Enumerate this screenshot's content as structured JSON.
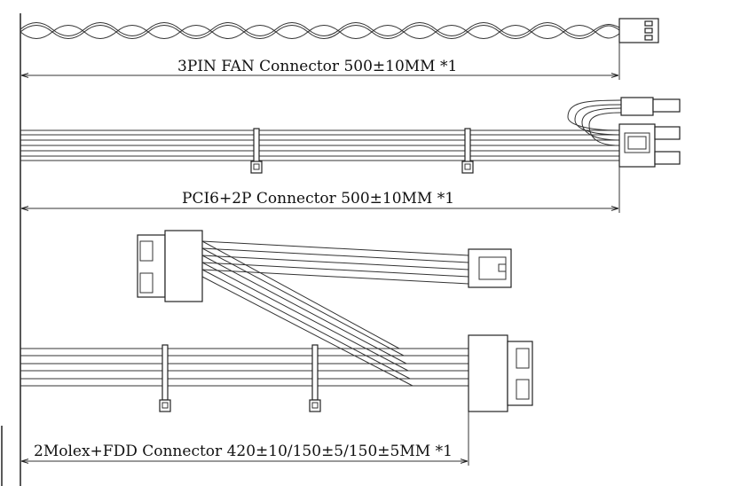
{
  "labels": {
    "fan": "3PIN FAN Connector 500±10MM *1",
    "pcie": "PCI6+2P Connector 500±10MM *1",
    "molex": "2Molex+FDD Connector 420±10/150±5/150±5MM *1"
  }
}
